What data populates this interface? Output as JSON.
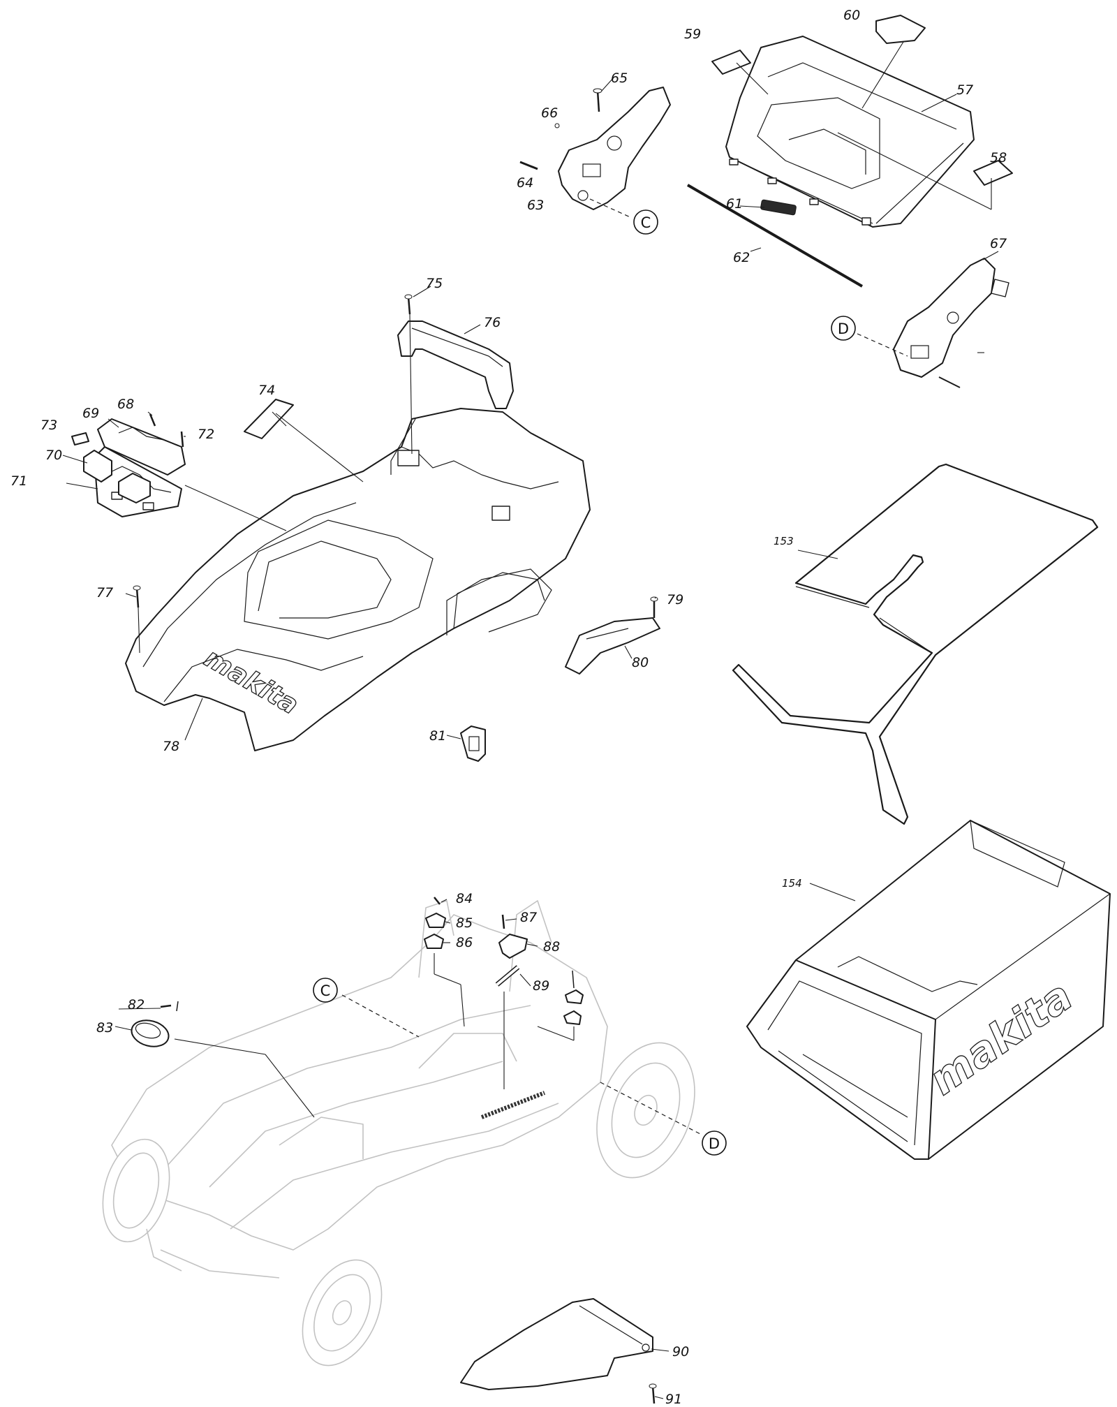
{
  "diagram": {
    "callouts": [
      {
        "id": "c57",
        "label": "57"
      },
      {
        "id": "c58",
        "label": "58"
      },
      {
        "id": "c59",
        "label": "59"
      },
      {
        "id": "c60",
        "label": "60"
      },
      {
        "id": "c61",
        "label": "61"
      },
      {
        "id": "c62",
        "label": "62"
      },
      {
        "id": "c63",
        "label": "63"
      },
      {
        "id": "c64",
        "label": "64"
      },
      {
        "id": "c65",
        "label": "65"
      },
      {
        "id": "c66",
        "label": "66"
      },
      {
        "id": "c67",
        "label": "67"
      },
      {
        "id": "c68",
        "label": "68"
      },
      {
        "id": "c69",
        "label": "69"
      },
      {
        "id": "c70",
        "label": "70"
      },
      {
        "id": "c71",
        "label": "71"
      },
      {
        "id": "c72",
        "label": "72"
      },
      {
        "id": "c73",
        "label": "73"
      },
      {
        "id": "c74",
        "label": "74"
      },
      {
        "id": "c75",
        "label": "75"
      },
      {
        "id": "c76",
        "label": "76"
      },
      {
        "id": "c77",
        "label": "77"
      },
      {
        "id": "c78",
        "label": "78"
      },
      {
        "id": "c79",
        "label": "79"
      },
      {
        "id": "c80",
        "label": "80"
      },
      {
        "id": "c81",
        "label": "81"
      },
      {
        "id": "c82",
        "label": "82"
      },
      {
        "id": "c83",
        "label": "83"
      },
      {
        "id": "c84",
        "label": "84"
      },
      {
        "id": "c85",
        "label": "85"
      },
      {
        "id": "c86",
        "label": "86"
      },
      {
        "id": "c87",
        "label": "87"
      },
      {
        "id": "c88",
        "label": "88"
      },
      {
        "id": "c89",
        "label": "89"
      },
      {
        "id": "c90",
        "label": "90"
      },
      {
        "id": "c91",
        "label": "91"
      },
      {
        "id": "c153",
        "label": "153"
      },
      {
        "id": "c154",
        "label": "154"
      }
    ],
    "connection_markers": {
      "c": "C",
      "d": "D"
    },
    "brand_logo": "makita"
  }
}
